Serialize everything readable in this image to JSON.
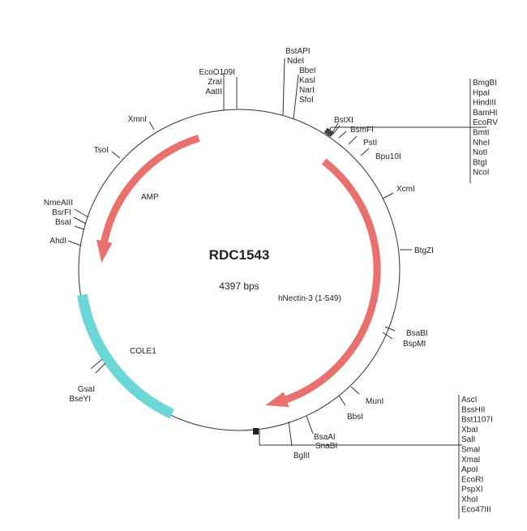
{
  "plasmid": {
    "name": "RDC1543",
    "size": "4397 bps"
  },
  "features": {
    "amp": "AMP",
    "nectin": "hNectin-3 (1-549)",
    "cole1": "COLE1"
  },
  "colors": {
    "arrow": "#e8706d",
    "ori": "#6dd6d6"
  },
  "sites": {
    "bstapi": "BstAPI",
    "ndei": "NdeI",
    "bbei": "BbeI",
    "kasi": "KasI",
    "nari": "NarI",
    "sfoi": "SfoI",
    "ecoo109i": "EcoO109I",
    "zrai": "ZraI",
    "aatii": "AatII",
    "xmni": "XmnI",
    "tsoi": "TsoI",
    "nmeaiii": "NmeAIII",
    "bsrfi": "BsrFI",
    "bsai": "BsaI",
    "ahdi": "AhdI",
    "bstxi": "BstXI",
    "bsmfi": "BsmFI",
    "psti": "PstI",
    "bpu10i": "Bpu10I",
    "xcmi": "XcmI",
    "btgzi": "BtgZI",
    "bsabi": "BsaBI",
    "bspmi": "BspMI",
    "muni": "MunI",
    "bbsi": "BbsI",
    "bsaai": "BsaAI",
    "snabi": "SnaBI",
    "bglii": "BglII",
    "gsai": "GsaI",
    "bseyi": "BseYI",
    "mcs1": [
      "BmgBI",
      "HpaI",
      "HindIII",
      "BamHI",
      "EcoRV",
      "BmtI",
      "NheI",
      "NotI",
      "BtgI",
      "NcoI"
    ],
    "mcs2": [
      "AscI",
      "BssHII",
      "Bst1107I",
      "XbaI",
      "SalI",
      "SmaI",
      "XmaI",
      "ApoI",
      "EcoRI",
      "PspXI",
      "XhoI",
      "Eco47III"
    ]
  }
}
